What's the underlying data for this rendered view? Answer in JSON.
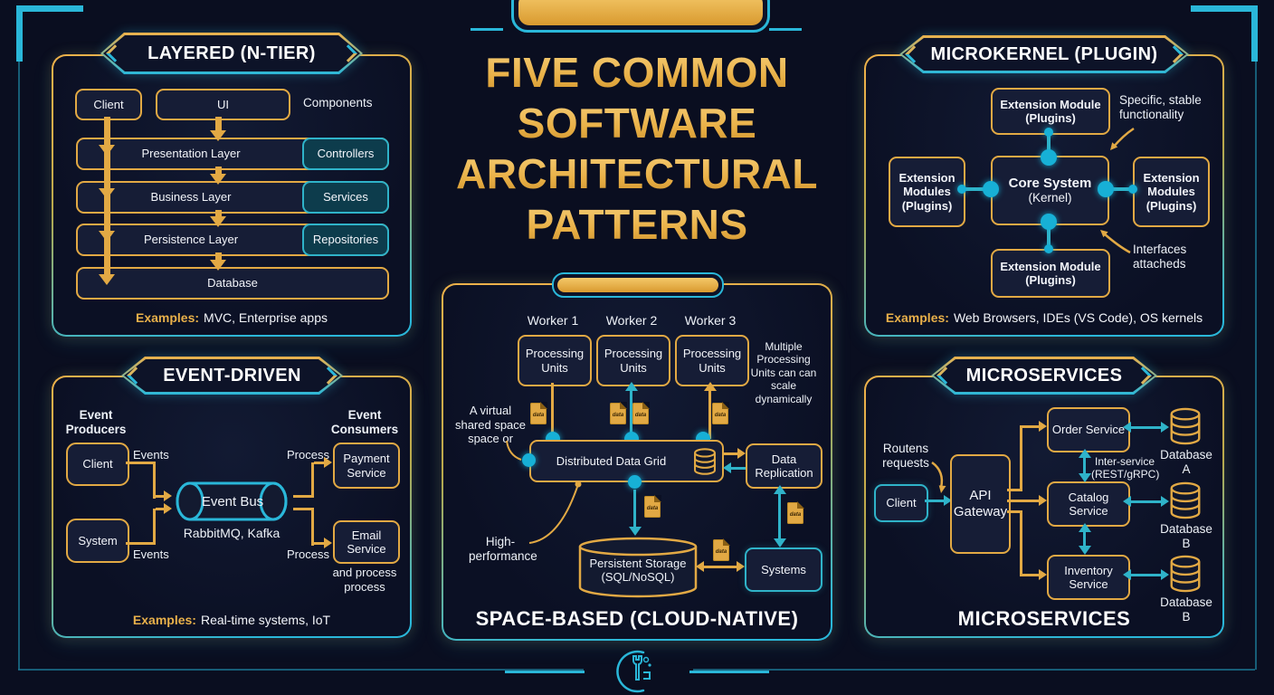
{
  "title": {
    "line1": "FIVE COMMON",
    "line2": "SOFTWARE",
    "line3": "ARCHITECTURAL",
    "line4": "PATTERNS"
  },
  "layered": {
    "header": "LAYERED (N-TIER)",
    "client": "Client",
    "ui": "UI",
    "components": "Components",
    "rows": [
      {
        "label": "Presentation Layer",
        "chip": "Controllers"
      },
      {
        "label": "Business Layer",
        "chip": "Services"
      },
      {
        "label": "Persistence Layer",
        "chip": "Repositories"
      }
    ],
    "database": "Database",
    "examples_label": "Examples:",
    "examples": "MVC, Enterprise apps"
  },
  "event_driven": {
    "header": "EVENT-DRIVEN",
    "producers": "Event Producers",
    "consumers": "Event Consumers",
    "client": "Client",
    "system": "System",
    "events_top": "Events",
    "events_bottom": "Events",
    "bus": "Event Bus",
    "bus_tech": "RabbitMQ, Kafka",
    "process_top": "Process",
    "process_bottom": "Process",
    "payment": "Payment Service",
    "email": "Email Service",
    "email_note": "and process process",
    "examples_label": "Examples:",
    "examples": "Real-time systems, IoT"
  },
  "space_based": {
    "workers": [
      "Worker 1",
      "Worker 2",
      "Worker 3"
    ],
    "unit": "Processing Units",
    "scale_note": "Multiple Processing Units can can scale dynamically",
    "space_note": "A virtual shared space space or",
    "grid": "Distributed Data Grid",
    "replication": "Data Replication",
    "performance_note": "High-performance",
    "storage_line1": "Persistent Storage",
    "storage_line2": "(SQL/NoSQL)",
    "systems": "Systems",
    "data_label": "data",
    "footer": "SPACE-BASED (CLOUD-NATIVE)"
  },
  "microkernel": {
    "header": "MICROKERNEL (PLUGIN)",
    "module_top": "Extension Module",
    "module_side": "Extension Modules",
    "plugins": "(Plugins)",
    "core": "Core System",
    "kernel": "(Kernel)",
    "module_bottom": "Extension Module",
    "note_functionality": "Specific, stable functionality",
    "note_interfaces": "Interfaces attacheds",
    "examples_label": "Examples:",
    "examples": "Web Browsers, IDEs (VS Code), OS kernels"
  },
  "microservices": {
    "header": "MICROSERVICES",
    "routes_note": "Routens requests",
    "client": "Client",
    "gateway": "API Gateway",
    "services": [
      "Order Service",
      "Catalog Service",
      "Inventory Service"
    ],
    "databases": [
      "Database A",
      "Database B",
      "Database B"
    ],
    "inter_note": "Inter-service (REST/gRPC)",
    "footer": "MICROSERVICES"
  }
}
